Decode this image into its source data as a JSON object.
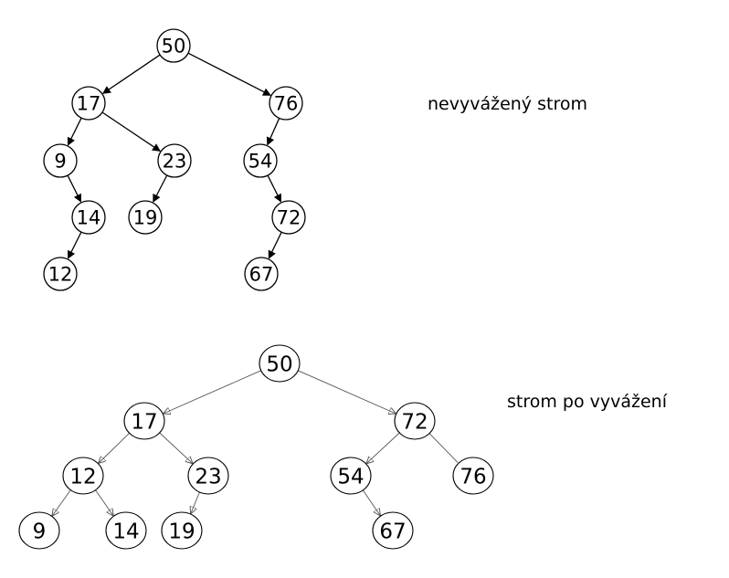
{
  "unbalanced_tree": {
    "caption": "nevyvážený strom",
    "nodes": [
      {
        "id": "u50",
        "label": "50"
      },
      {
        "id": "u17",
        "label": "17"
      },
      {
        "id": "u76",
        "label": "76"
      },
      {
        "id": "u9",
        "label": "9"
      },
      {
        "id": "u23",
        "label": "23"
      },
      {
        "id": "u54",
        "label": "54"
      },
      {
        "id": "u14",
        "label": "14"
      },
      {
        "id": "u19",
        "label": "19"
      },
      {
        "id": "u72",
        "label": "72"
      },
      {
        "id": "u12",
        "label": "12"
      },
      {
        "id": "u67",
        "label": "67"
      }
    ],
    "edges": [
      [
        "u50",
        "u17"
      ],
      [
        "u50",
        "u76"
      ],
      [
        "u17",
        "u9"
      ],
      [
        "u17",
        "u23"
      ],
      [
        "u9",
        "u14"
      ],
      [
        "u14",
        "u12"
      ],
      [
        "u23",
        "u19"
      ],
      [
        "u76",
        "u54"
      ],
      [
        "u54",
        "u72"
      ],
      [
        "u72",
        "u67"
      ]
    ]
  },
  "balanced_tree": {
    "caption": "strom po vyvážení",
    "nodes": [
      {
        "id": "b50",
        "label": "50"
      },
      {
        "id": "b17",
        "label": "17"
      },
      {
        "id": "b72",
        "label": "72"
      },
      {
        "id": "b12",
        "label": "12"
      },
      {
        "id": "b23",
        "label": "23"
      },
      {
        "id": "b54",
        "label": "54"
      },
      {
        "id": "b76",
        "label": "76"
      },
      {
        "id": "b9",
        "label": "9"
      },
      {
        "id": "b14",
        "label": "14"
      },
      {
        "id": "b19",
        "label": "19"
      },
      {
        "id": "b67",
        "label": "67"
      }
    ],
    "edges": [
      [
        "b50",
        "b17"
      ],
      [
        "b50",
        "b72"
      ],
      [
        "b17",
        "b12"
      ],
      [
        "b17",
        "b23"
      ],
      [
        "b72",
        "b54"
      ],
      [
        "b72",
        "b76"
      ],
      [
        "b12",
        "b9"
      ],
      [
        "b12",
        "b14"
      ],
      [
        "b23",
        "b19"
      ],
      [
        "b54",
        "b67"
      ]
    ]
  }
}
